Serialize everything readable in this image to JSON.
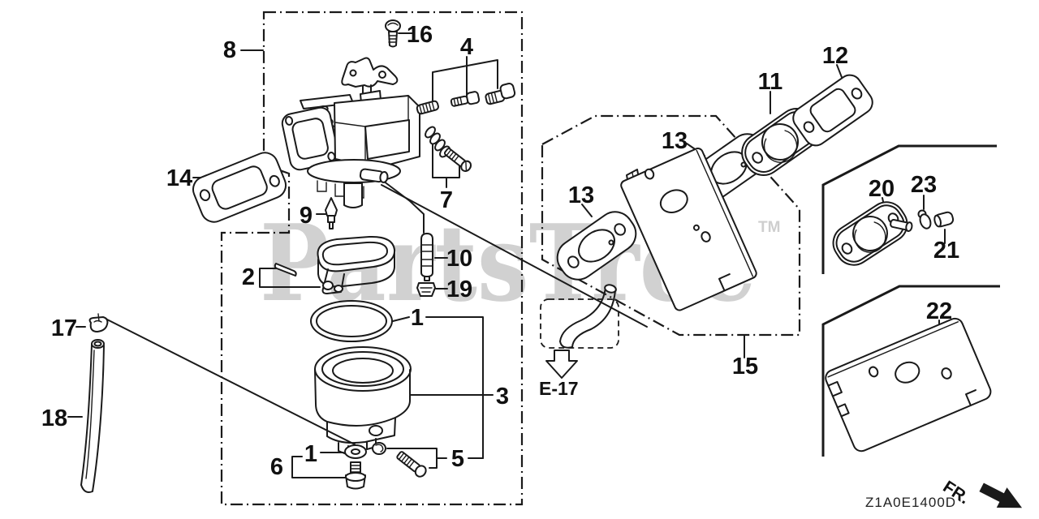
{
  "diagram": {
    "type": "exploded-parts-diagram",
    "subject": "carburetor",
    "background": "#ffffff",
    "line_color": "#1a1a1a",
    "watermark": {
      "text": "PartsTree",
      "tm": "TM",
      "color": "#c9c9c9"
    },
    "drawing_code": "Z1A0E1400D",
    "reference_label": "E-17",
    "orientation_label": "FR.",
    "callouts": [
      {
        "text": "8"
      },
      {
        "text": "16"
      },
      {
        "text": "4"
      },
      {
        "text": "7"
      },
      {
        "text": "14"
      },
      {
        "text": "9"
      },
      {
        "text": "2"
      },
      {
        "text": "10"
      },
      {
        "text": "19"
      },
      {
        "text": "1"
      },
      {
        "text": "3"
      },
      {
        "text": "5"
      },
      {
        "text": "1"
      },
      {
        "text": "6"
      },
      {
        "text": "17"
      },
      {
        "text": "18"
      },
      {
        "text": "13"
      },
      {
        "text": "13"
      },
      {
        "text": "11"
      },
      {
        "text": "12"
      },
      {
        "text": "15"
      },
      {
        "text": "20"
      },
      {
        "text": "23"
      },
      {
        "text": "21"
      },
      {
        "text": "22"
      }
    ]
  }
}
